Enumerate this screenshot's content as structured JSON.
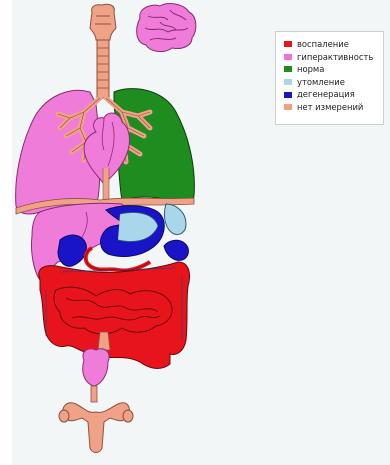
{
  "diagram": {
    "legend": [
      {
        "label": "воспаление",
        "color": "#e8141c"
      },
      {
        "label": "гиперактивность",
        "color": "#f46edb"
      },
      {
        "label": "норма",
        "color": "#1e8c1e"
      },
      {
        "label": "утомление",
        "color": "#a9d6ea"
      },
      {
        "label": "дегенерация",
        "color": "#1a14c8"
      },
      {
        "label": "нет измерений",
        "color": "#f0a287"
      }
    ],
    "organ_states": {
      "brain": "гиперактивность",
      "trachea_and_pharynx": "нет измерений",
      "left_lung": "гиперактивность",
      "right_lung": "норма",
      "heart": "гиперактивность",
      "liver": "гиперактивность",
      "stomach": "дегенерация",
      "spleen": "утомление",
      "pancreas": "дегенерация",
      "small_intestine": "воспаление",
      "large_intestine": "воспаление",
      "bladder": "гиперактивность",
      "reproductive_organs": "нет измерений"
    }
  }
}
